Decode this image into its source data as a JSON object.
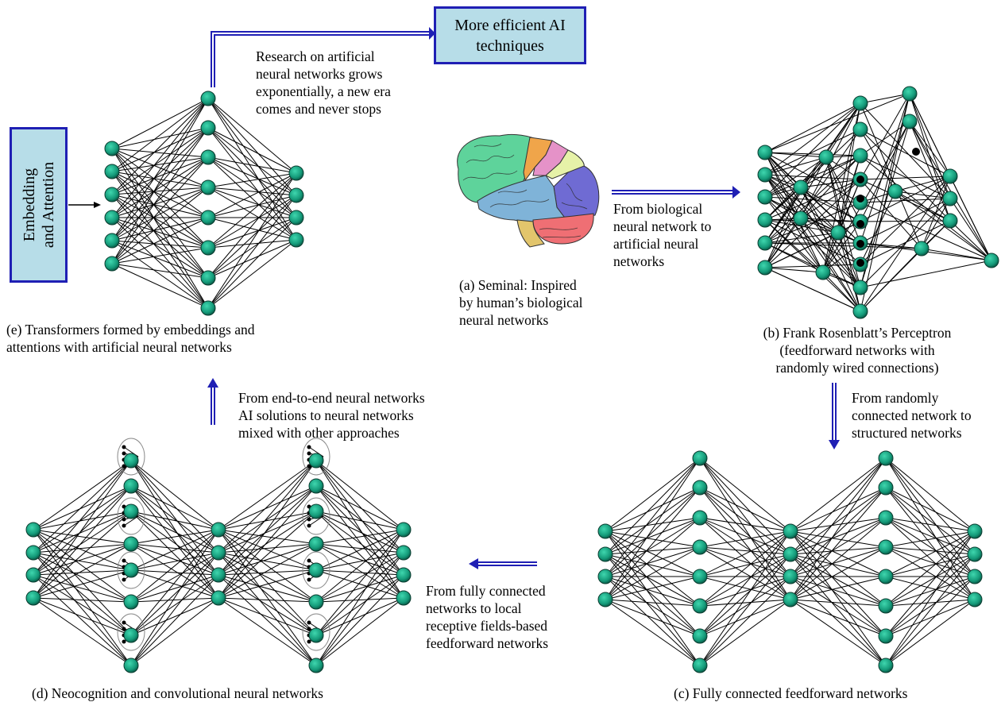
{
  "boxes": {
    "top": "More efficient AI\ntechniques",
    "left": "Embedding\nand Attention"
  },
  "texts": {
    "research": "Research on artificial\nneural networks grows\nexponentially, a new era\ncomes and never stops",
    "bio_to_ann": "From biological\nneural network to\nartificial neural\nnetworks",
    "random_to_structured": "From randomly\nconnected network to\nstructured networks",
    "fc_to_local": "From fully connected\nnetworks to local\nreceptive fields-based\nfeedforward networks",
    "e2e_to_mixed": "From end-to-end neural networks\nAI solutions to neural networks\nmixed with other approaches"
  },
  "captions": {
    "a": "(a) Seminal: Inspired\nby human’s biological\nneural networks",
    "b": "(b) Frank Rosenblatt’s Perceptron\n(feedforward networks with\nrandomly wired connections)",
    "c": "(c) Fully connected feedforward networks",
    "d": "(d) Neocognition and convolutional neural networks",
    "e": "(e) Transformers formed by embeddings and\nattentions with artificial neural networks"
  },
  "colors": {
    "node": "#1aa383",
    "node_dark": "#0b5d4a",
    "arrow": "#1f1fb4",
    "box_fill": "#b7dde8",
    "brain_frontal": "#5ed39b",
    "brain_temporal": "#7fb3d8",
    "brain_occipital": "#6f6bd3",
    "brain_parietal": "#e6f2a8",
    "brain_cerebellum": "#ef6f74",
    "brain_stem": "#e2c56c"
  }
}
